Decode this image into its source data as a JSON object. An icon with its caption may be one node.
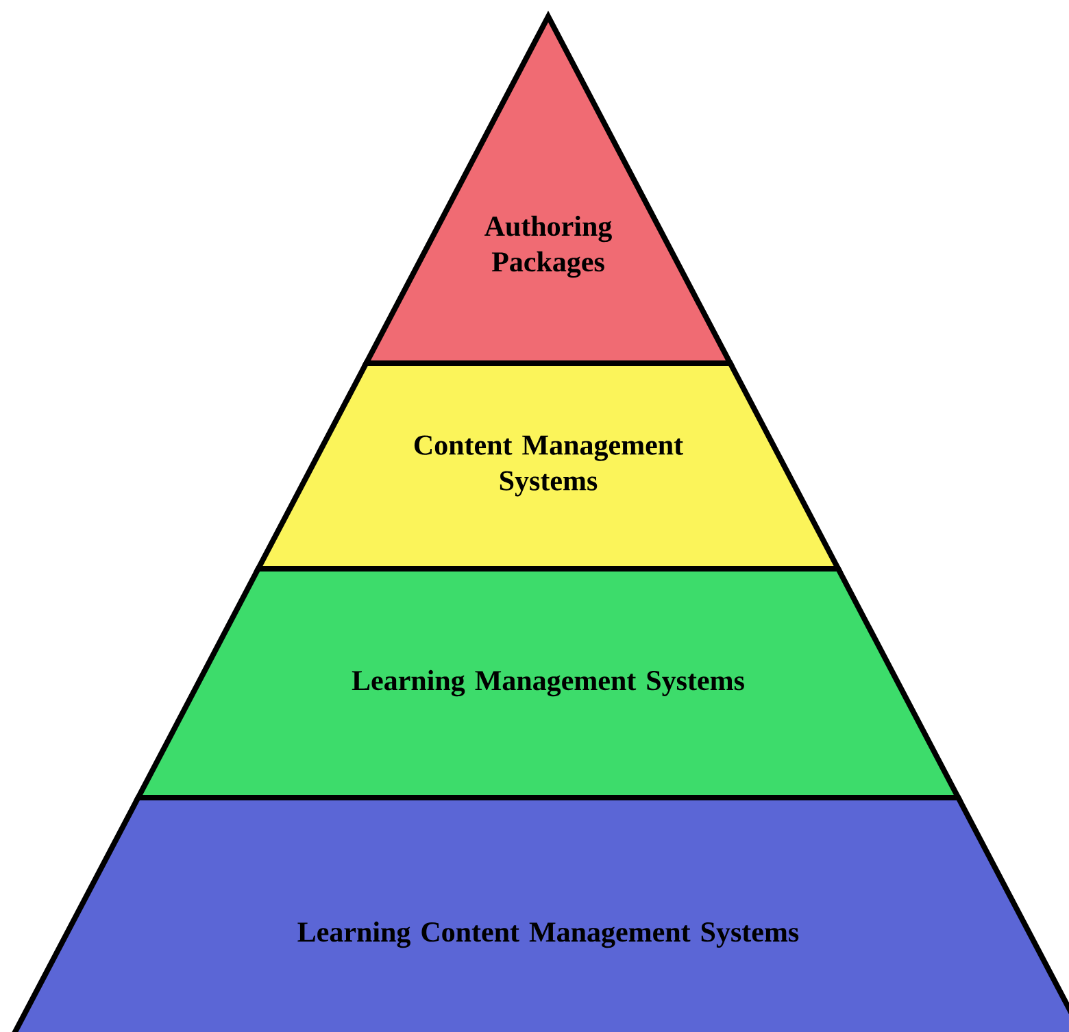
{
  "diagram": {
    "nodes": [
      {
        "text": [
          "Authoring Packages"
        ]
      },
      {
        "text": [
          "Content Management Systems"
        ]
      },
      {
        "text": [
          "Learning Management Systems"
        ]
      },
      {
        "text": [
          "Learning Content Management Systems"
        ]
      }
    ]
  }
}
